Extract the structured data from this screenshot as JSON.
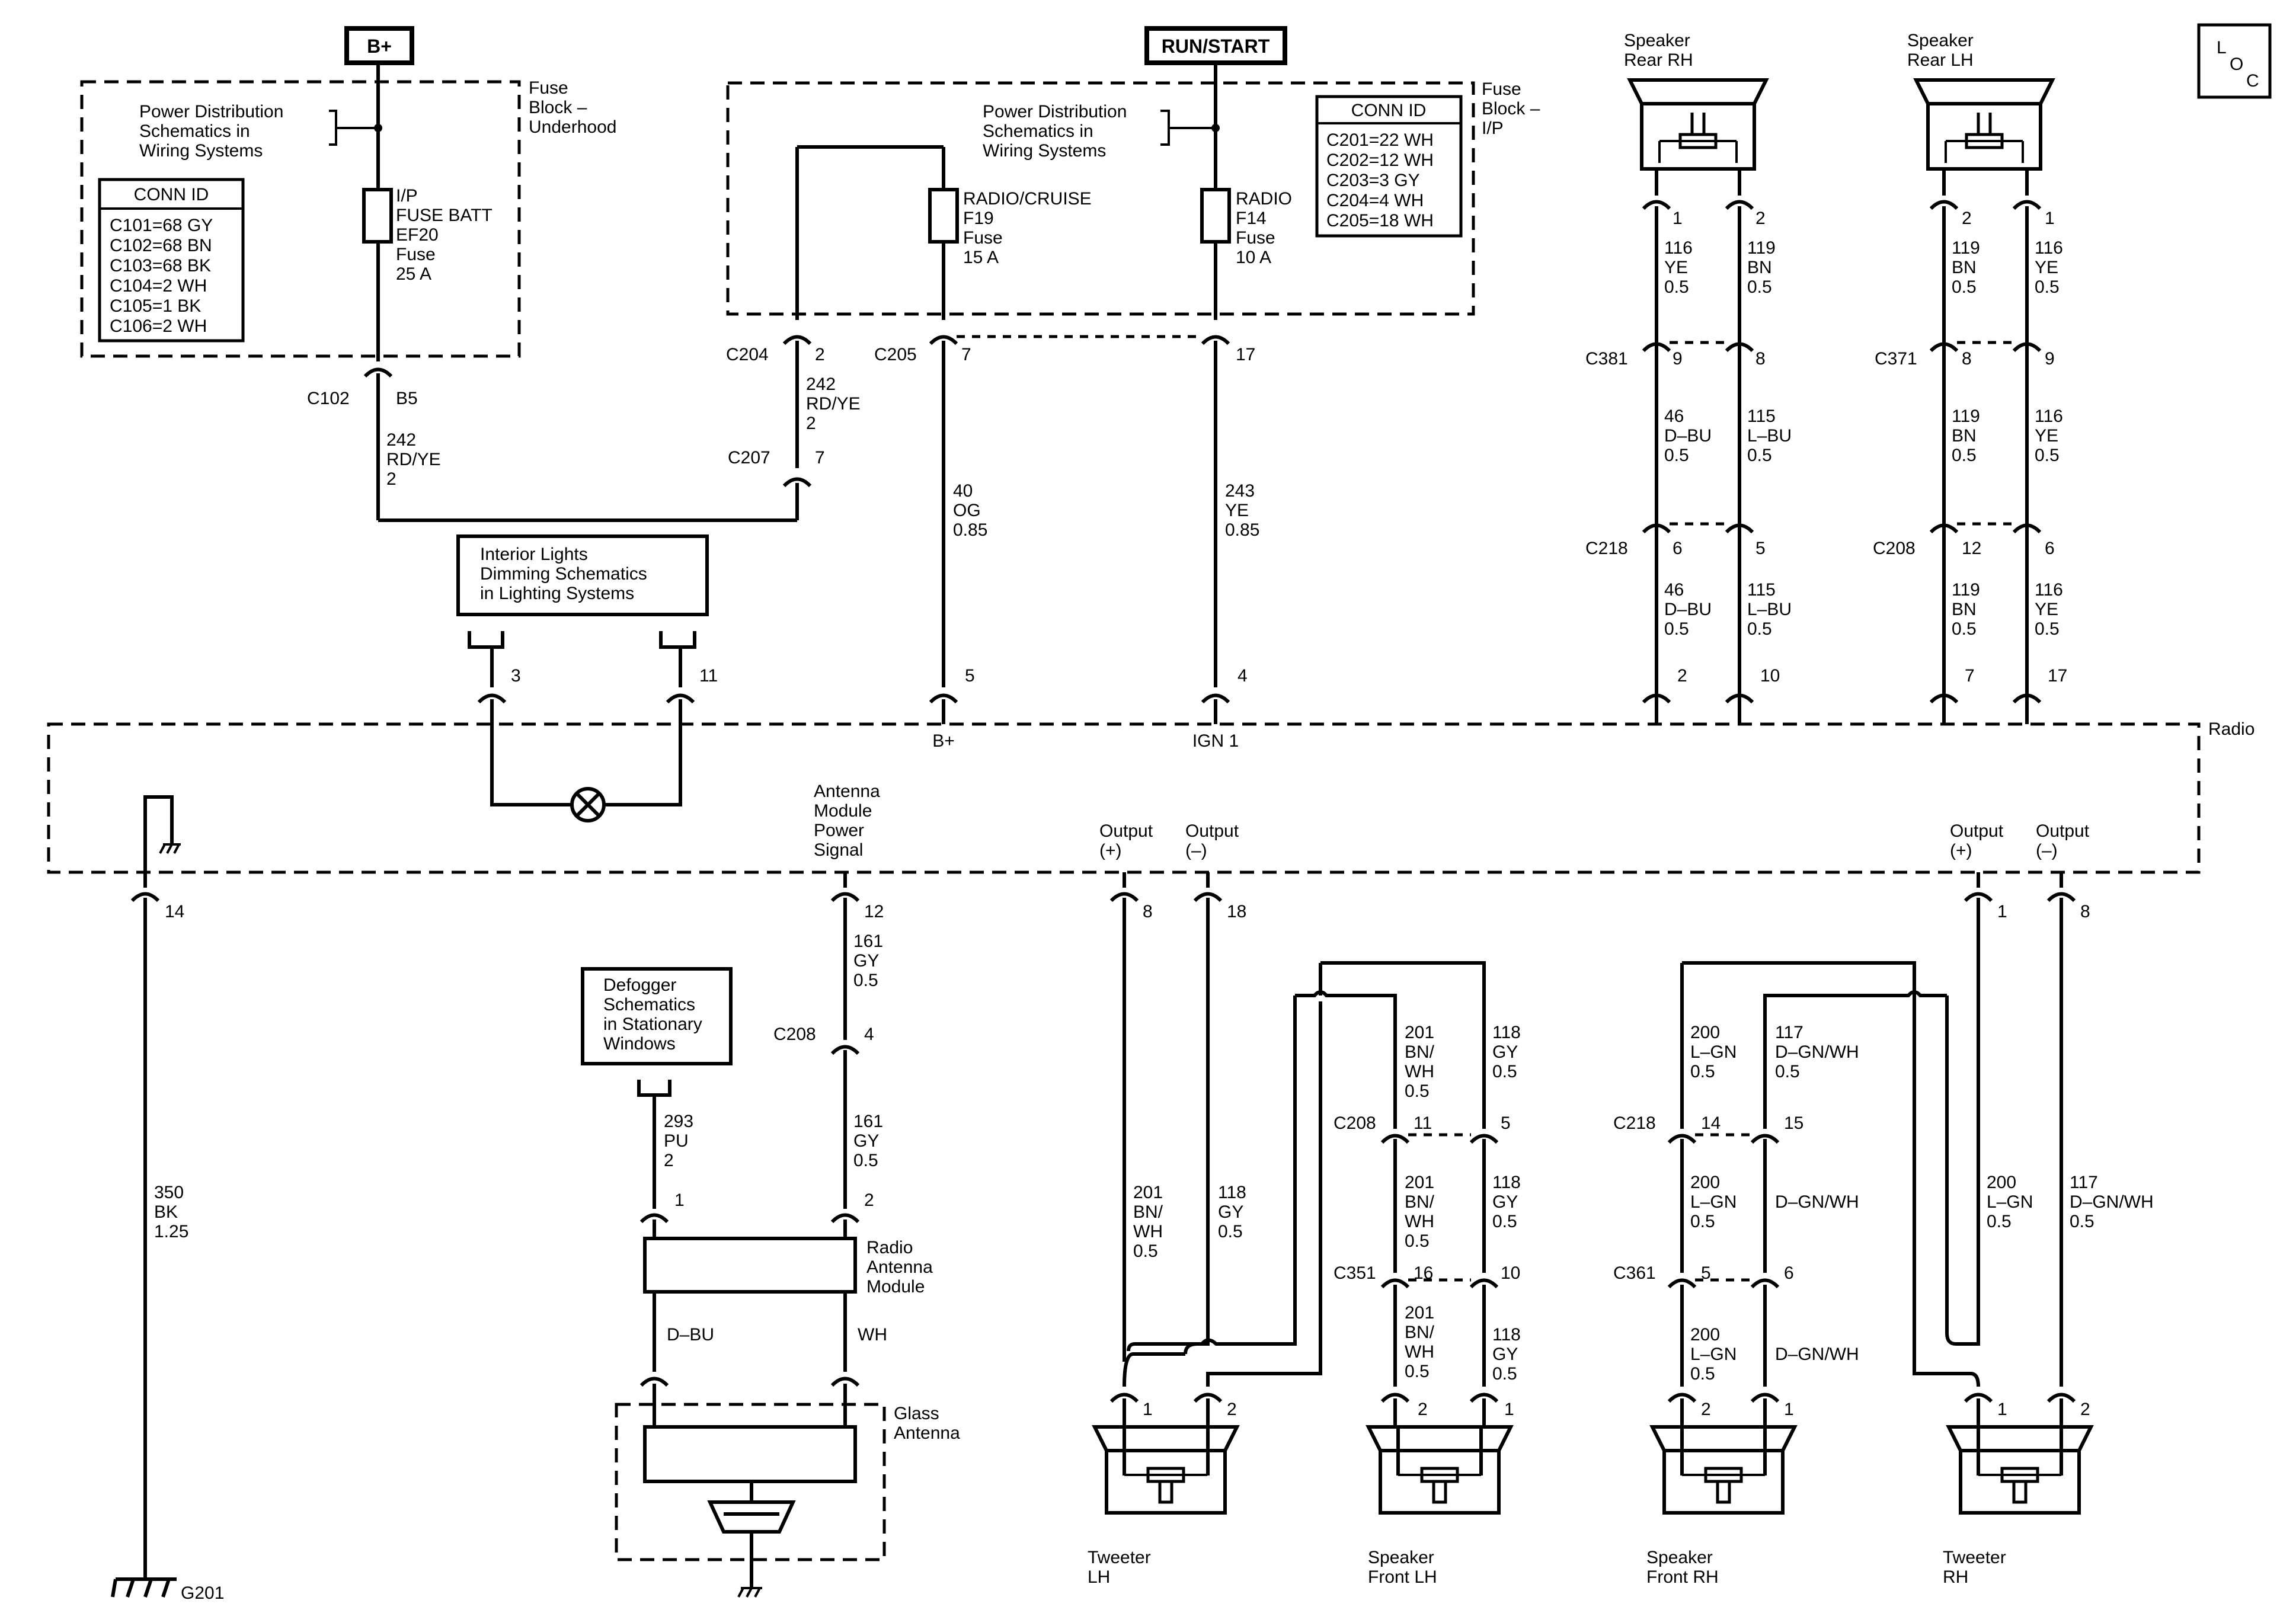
{
  "headers": {
    "bplus": "B+",
    "run_start": "RUN/START"
  },
  "loc_icon": "L O C",
  "fuse_blocks": {
    "underhood": [
      "Fuse",
      "Block –",
      "Underhood"
    ],
    "ip": [
      "Fuse",
      "Block –",
      "I/P"
    ]
  },
  "power_dist": [
    "Power Distribution",
    "Schematics in",
    "Wiring Systems"
  ],
  "conn_id_underhood": {
    "title": "CONN ID",
    "rows": [
      "C101=68 GY",
      "C102=68 BN",
      "C103=68 BK",
      "C104=2 WH",
      "C105=1 BK",
      "C106=2 WH"
    ]
  },
  "conn_id_ip": {
    "title": "CONN ID",
    "rows": [
      "C201=22 WH",
      "C202=12 WH",
      "C203=3 GY",
      "C204=4 WH",
      "C205=18 WH"
    ]
  },
  "fuses": {
    "ip_batt": [
      "I/P",
      "FUSE BATT",
      "EF20",
      "Fuse",
      "25 A"
    ],
    "radio_cruise": [
      "RADIO/CRUISE",
      "F19",
      "Fuse",
      "15 A"
    ],
    "radio": [
      "RADIO",
      "F14",
      "Fuse",
      "10 A"
    ]
  },
  "interior_lights": [
    "Interior Lights",
    "Dimming Schematics",
    "in Lighting Systems"
  ],
  "defogger": [
    "Defogger",
    "Schematics",
    "in Stationary",
    "Windows"
  ],
  "radio_label": "Radio",
  "radio_pins": {
    "bplus": "B+",
    "ign1": "IGN 1"
  },
  "antenna_signal": [
    "Antenna",
    "Module",
    "Power",
    "Signal"
  ],
  "output_pos": [
    "Output",
    "(+)"
  ],
  "output_neg": [
    "Output",
    "(–)"
  ],
  "radio_antenna_module": [
    "Radio",
    "Antenna",
    "Module"
  ],
  "glass_antenna": [
    "Glass",
    "Antenna"
  ],
  "ground": "G201",
  "speakers": {
    "rear_rh": [
      "Speaker",
      "Rear RH"
    ],
    "rear_lh": [
      "Speaker",
      "Rear LH"
    ],
    "tweeter_lh": [
      "Tweeter",
      "LH"
    ],
    "front_lh": [
      "Speaker",
      "Front LH"
    ],
    "front_rh": [
      "Speaker",
      "Front RH"
    ],
    "tweeter_rh": [
      "Tweeter",
      "RH"
    ]
  },
  "connectors": {
    "c102": "C102",
    "b5": "B5",
    "c204": "C204",
    "c205": "C205",
    "c207": "C207",
    "c381": "C381",
    "c371": "C371",
    "c218": "C218",
    "c208": "C208",
    "c351": "C351",
    "c361": "C361"
  },
  "wires": {
    "w242a": [
      "242",
      "RD/YE",
      "2"
    ],
    "w242b": [
      "242",
      "RD/YE",
      "2"
    ],
    "w40": [
      "40",
      "OG",
      "0.85"
    ],
    "w243": [
      "243",
      "YE",
      "0.85"
    ],
    "w350": [
      "350",
      "BK",
      "1.25"
    ],
    "w161a": [
      "161",
      "GY",
      "0.5"
    ],
    "w161b": [
      "161",
      "GY",
      "0.5"
    ],
    "w293": [
      "293",
      "PU",
      "2"
    ],
    "dbu": "D–BU",
    "wh": "WH",
    "rr_116a": [
      "116",
      "YE",
      "0.5"
    ],
    "rr_119a": [
      "119",
      "BN",
      "0.5"
    ],
    "rr_46a": [
      "46",
      "D–BU",
      "0.5"
    ],
    "rr_115a": [
      "115",
      "L–BU",
      "0.5"
    ],
    "rr_46b": [
      "46",
      "D–BU",
      "0.5"
    ],
    "rr_115b": [
      "115",
      "L–BU",
      "0.5"
    ],
    "rl_119a": [
      "119",
      "BN",
      "0.5"
    ],
    "rl_116a": [
      "116",
      "YE",
      "0.5"
    ],
    "rl_119b": [
      "119",
      "BN",
      "0.5"
    ],
    "rl_116b": [
      "116",
      "YE",
      "0.5"
    ],
    "rl_119c": [
      "119",
      "BN",
      "0.5"
    ],
    "rl_116c": [
      "116",
      "YE",
      "0.5"
    ],
    "tl_201": [
      "201",
      "BN/",
      "WH",
      "0.5"
    ],
    "tl_118": [
      "118",
      "GY",
      "0.5"
    ],
    "fl_201a": [
      "201",
      "BN/",
      "WH",
      "0.5"
    ],
    "fl_118a": [
      "118",
      "GY",
      "0.5"
    ],
    "fl_201b": [
      "201",
      "BN/",
      "WH",
      "0.5"
    ],
    "fl_118b": [
      "118",
      "GY",
      "0.5"
    ],
    "fl_201c": [
      "201",
      "BN/",
      "WH",
      "0.5"
    ],
    "fl_118c": [
      "118",
      "GY",
      "0.5"
    ],
    "fr_200a": [
      "200",
      "L–GN",
      "0.5"
    ],
    "fr_117a": [
      "117",
      "D–GN/WH",
      "0.5"
    ],
    "fr_200b": [
      "200",
      "L–GN",
      "0.5"
    ],
    "fr_dgnwh_b": "D–GN/WH",
    "fr_200c": [
      "200",
      "L–GN",
      "0.5"
    ],
    "fr_dgnwh_c": "D–GN/WH",
    "tr_200": [
      "200",
      "L–GN",
      "0.5"
    ],
    "tr_117": [
      "117",
      "D–GN/WH",
      "0.5"
    ]
  },
  "pins": {
    "p3": "3",
    "p11": "11",
    "p5": "5",
    "p4": "4",
    "p2t": "2",
    "p10t": "10",
    "p7t": "7",
    "p17t": "17",
    "p14": "14",
    "p12": "12",
    "p8a": "8",
    "p18": "18",
    "p1r": "1",
    "p8r": "8",
    "c204p": "2",
    "c205p": "7",
    "p17a": "17",
    "c207p": "7",
    "rr1": "1",
    "rr2": "2",
    "rr9": "9",
    "rr8": "8",
    "rr6": "6",
    "rr5": "5",
    "rl2": "2",
    "rl1": "1",
    "rl8": "8",
    "rl9": "9",
    "rl12": "12",
    "rl6": "6",
    "c208a": "4",
    "am1": "1",
    "am2": "2",
    "fl11": "11",
    "fl5": "5",
    "fl16": "16",
    "fl10": "10",
    "fr14": "14",
    "fr15": "15",
    "fr5": "5",
    "fr6": "6",
    "tl1": "1",
    "tl2": "2",
    "fl2": "2",
    "fl1": "1",
    "fr2": "2",
    "fr1": "1",
    "tr1": "1",
    "tr2": "2"
  }
}
